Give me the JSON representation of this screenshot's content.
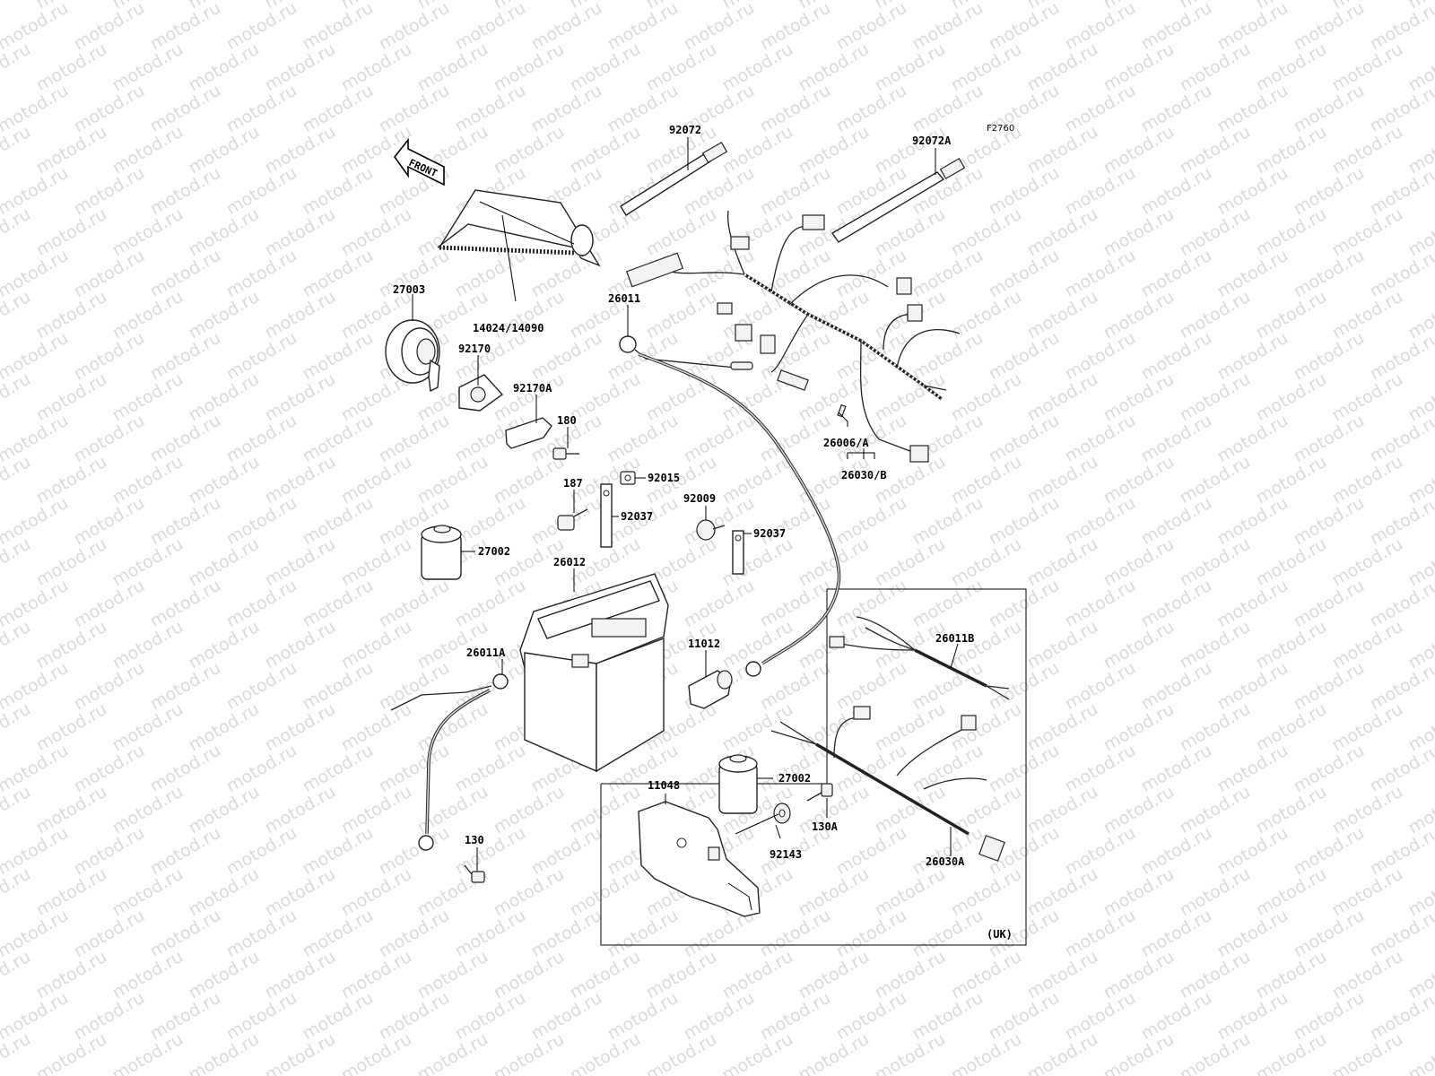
{
  "watermark": {
    "text": "motod.ru"
  },
  "diagram": {
    "code": "F2760",
    "front_label": "FRONT",
    "region_label": "(UK)",
    "labels": [
      {
        "id": "p27003",
        "text": "27003"
      },
      {
        "id": "p14024",
        "text": "14024/14090"
      },
      {
        "id": "p92170",
        "text": "92170"
      },
      {
        "id": "p92170A",
        "text": "92170A"
      },
      {
        "id": "p180",
        "text": "180"
      },
      {
        "id": "p187",
        "text": "187"
      },
      {
        "id": "p92015",
        "text": "92015"
      },
      {
        "id": "p92037a",
        "text": "92037"
      },
      {
        "id": "p92009",
        "text": "92009"
      },
      {
        "id": "p92037b",
        "text": "92037"
      },
      {
        "id": "p27002a",
        "text": "27002"
      },
      {
        "id": "p26012",
        "text": "26012"
      },
      {
        "id": "p26011",
        "text": "26011"
      },
      {
        "id": "p92072",
        "text": "92072"
      },
      {
        "id": "p92072A",
        "text": "92072A"
      },
      {
        "id": "p26006",
        "text": "26006/A"
      },
      {
        "id": "p26030",
        "text": "26030/B"
      },
      {
        "id": "p26011A",
        "text": "26011A"
      },
      {
        "id": "p11012",
        "text": "11012"
      },
      {
        "id": "p26011B",
        "text": "26011B"
      },
      {
        "id": "p130",
        "text": "130"
      },
      {
        "id": "p11048",
        "text": "11048"
      },
      {
        "id": "p27002b",
        "text": "27002"
      },
      {
        "id": "p130A",
        "text": "130A"
      },
      {
        "id": "p92143",
        "text": "92143"
      },
      {
        "id": "p26030A",
        "text": "26030A"
      }
    ]
  }
}
